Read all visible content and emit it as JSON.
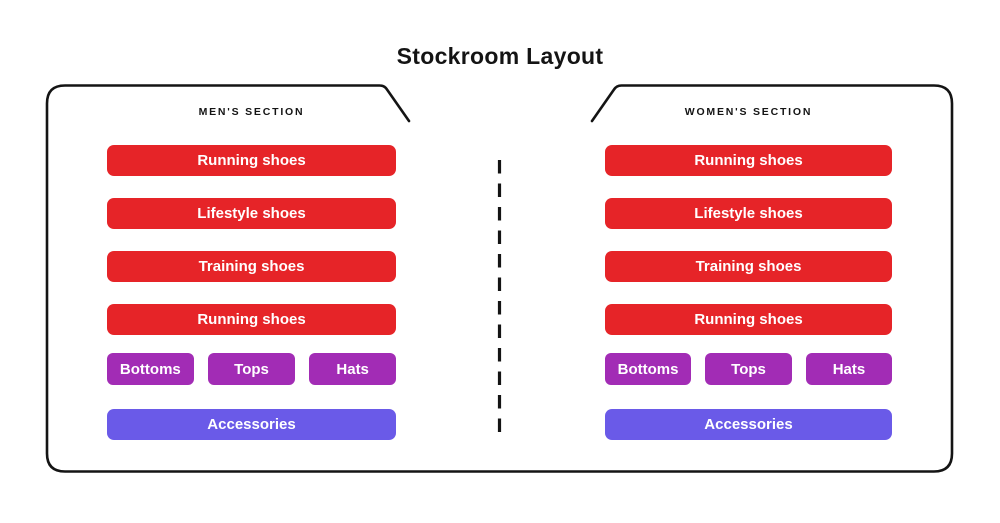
{
  "title": "Stockroom Layout",
  "colors": {
    "shelf_red": "#E62428",
    "category_purple": "#A22CB5",
    "accessories_blue": "#6A5AE8",
    "outline_black": "#141414",
    "bar_text": "#FFFFFF",
    "background": "#FFFFFF"
  },
  "sections": [
    {
      "label": "MEN'S SECTION",
      "shelves": [
        "Running shoes",
        "Lifestyle shoes",
        "Training shoes",
        "Running shoes"
      ],
      "categories": [
        "Bottoms",
        "Tops",
        "Hats"
      ],
      "accessories": "Accessories"
    },
    {
      "label": "WOMEN'S SECTION",
      "shelves": [
        "Running shoes",
        "Lifestyle shoes",
        "Training shoes",
        "Running shoes"
      ],
      "categories": [
        "Bottoms",
        "Tops",
        "Hats"
      ],
      "accessories": "Accessories"
    }
  ]
}
